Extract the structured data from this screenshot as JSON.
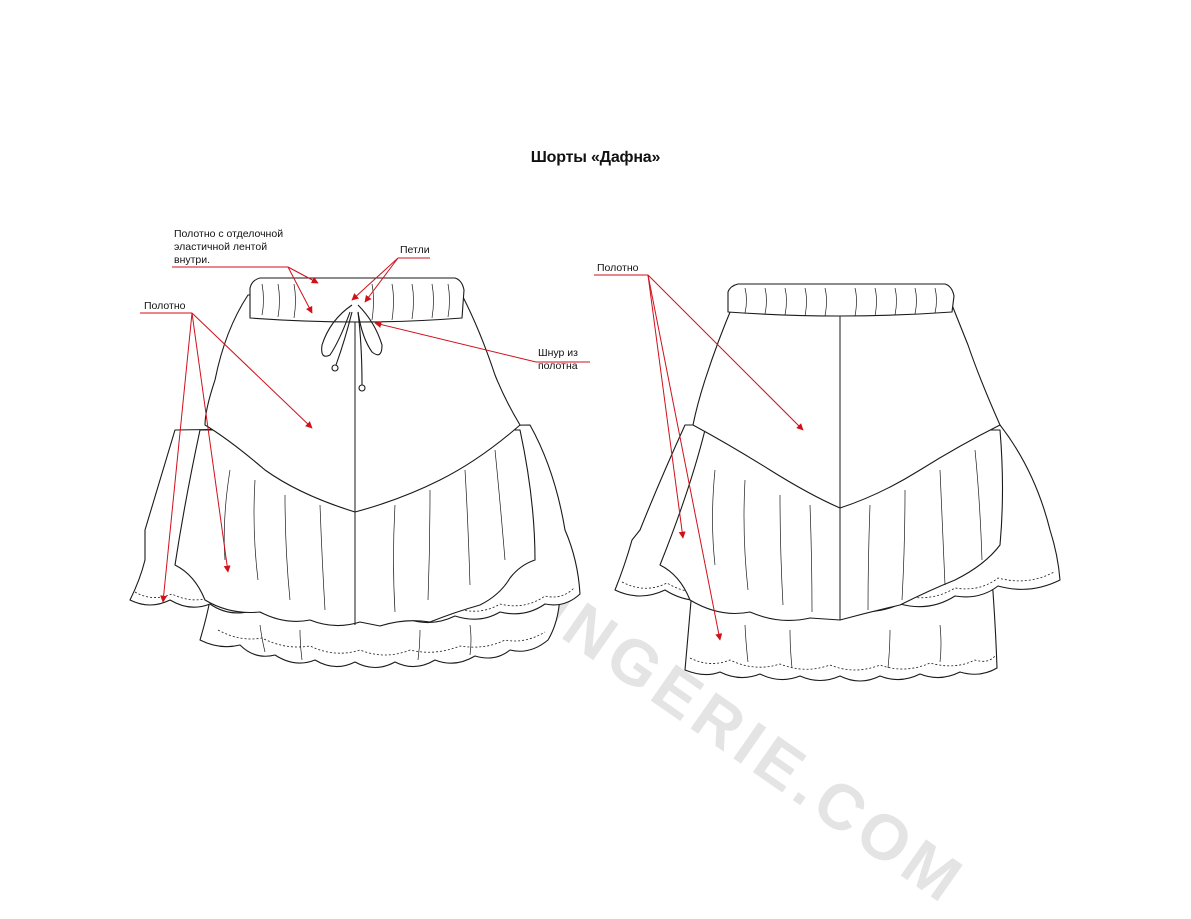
{
  "title": "Шорты «Дафна»",
  "watermark": "LEKALOLINGERIE.COM",
  "callouts": {
    "fabric_elastic": [
      "Полотно с отделочной",
      "эластичной лентой",
      "внутри."
    ],
    "loops": "Петли",
    "fabric_front": "Полотно",
    "cord": [
      "Шнур из",
      "полотна"
    ],
    "fabric_back": "Полотно"
  },
  "colors": {
    "line": "#1a1a1a",
    "arrow": "#d0101b",
    "watermark": "#e4e4e4"
  }
}
